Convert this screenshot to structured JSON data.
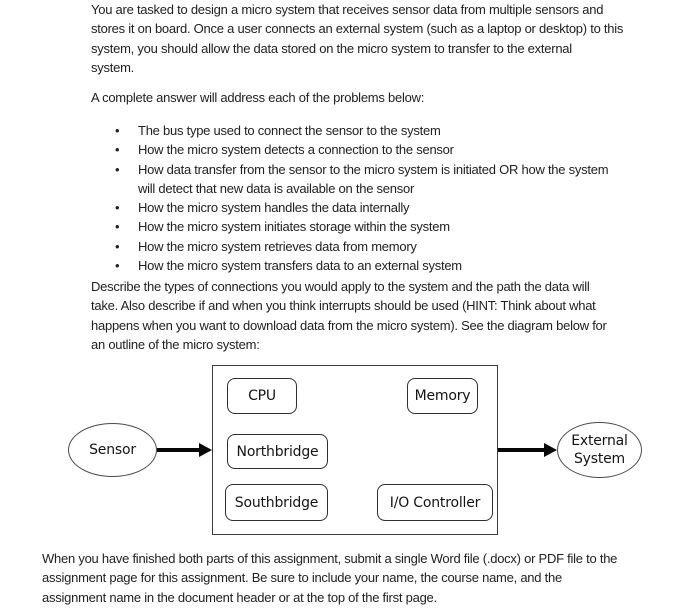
{
  "page": {
    "background": "#ffffff",
    "text_color": "#212121",
    "diagram_line_color": "#2f2f2f",
    "arrow_color": "#070707"
  },
  "document": {
    "bullet_glyph": "•",
    "intro": [
      "You are tasked to design a micro system that receives sensor data from multiple sensors and",
      "stores it on board. Once a user connects an external system (such as a laptop or desktop) to this",
      "system, you should allow the data stored on the micro system to transfer to the external",
      "system."
    ],
    "lead_in": "A complete answer will address each of the problems below:",
    "bullets": [
      [
        "The bus type used to connect the sensor to the system"
      ],
      [
        "How the micro system detects a connection to the sensor"
      ],
      [
        "How data transfer from the sensor to the micro system is initiated OR how the system",
        "will detect that new data is available on the sensor"
      ],
      [
        "How the micro system handles the data internally"
      ],
      [
        "How the micro system initiates storage within the system"
      ],
      [
        "How the micro system retrieves data from memory"
      ],
      [
        "How the micro system transfers data to an external system"
      ]
    ],
    "describe": [
      "Describe the types of connections you would apply to the system and the path the data will",
      "take. Also describe if and when you think interrupts should be used (HINT: Think about what",
      "happens when you want to download data from the micro system). See the diagram below for",
      "an outline of the micro system:"
    ],
    "closing": [
      "When you have finished both parts of this assignment, submit a single Word file (.docx) or PDF file to the",
      "assignment page for this assignment. Be sure to include your name, the course name, and the",
      "assignment name in the document header or at the top of the first page."
    ]
  },
  "diagram": {
    "sensor": "Sensor",
    "cpu": "CPU",
    "memory": "Memory",
    "northbridge": "Northbridge",
    "southbridge": "Southbridge",
    "io_controller": "I/O Controller",
    "external_system": [
      "External",
      "System"
    ]
  }
}
